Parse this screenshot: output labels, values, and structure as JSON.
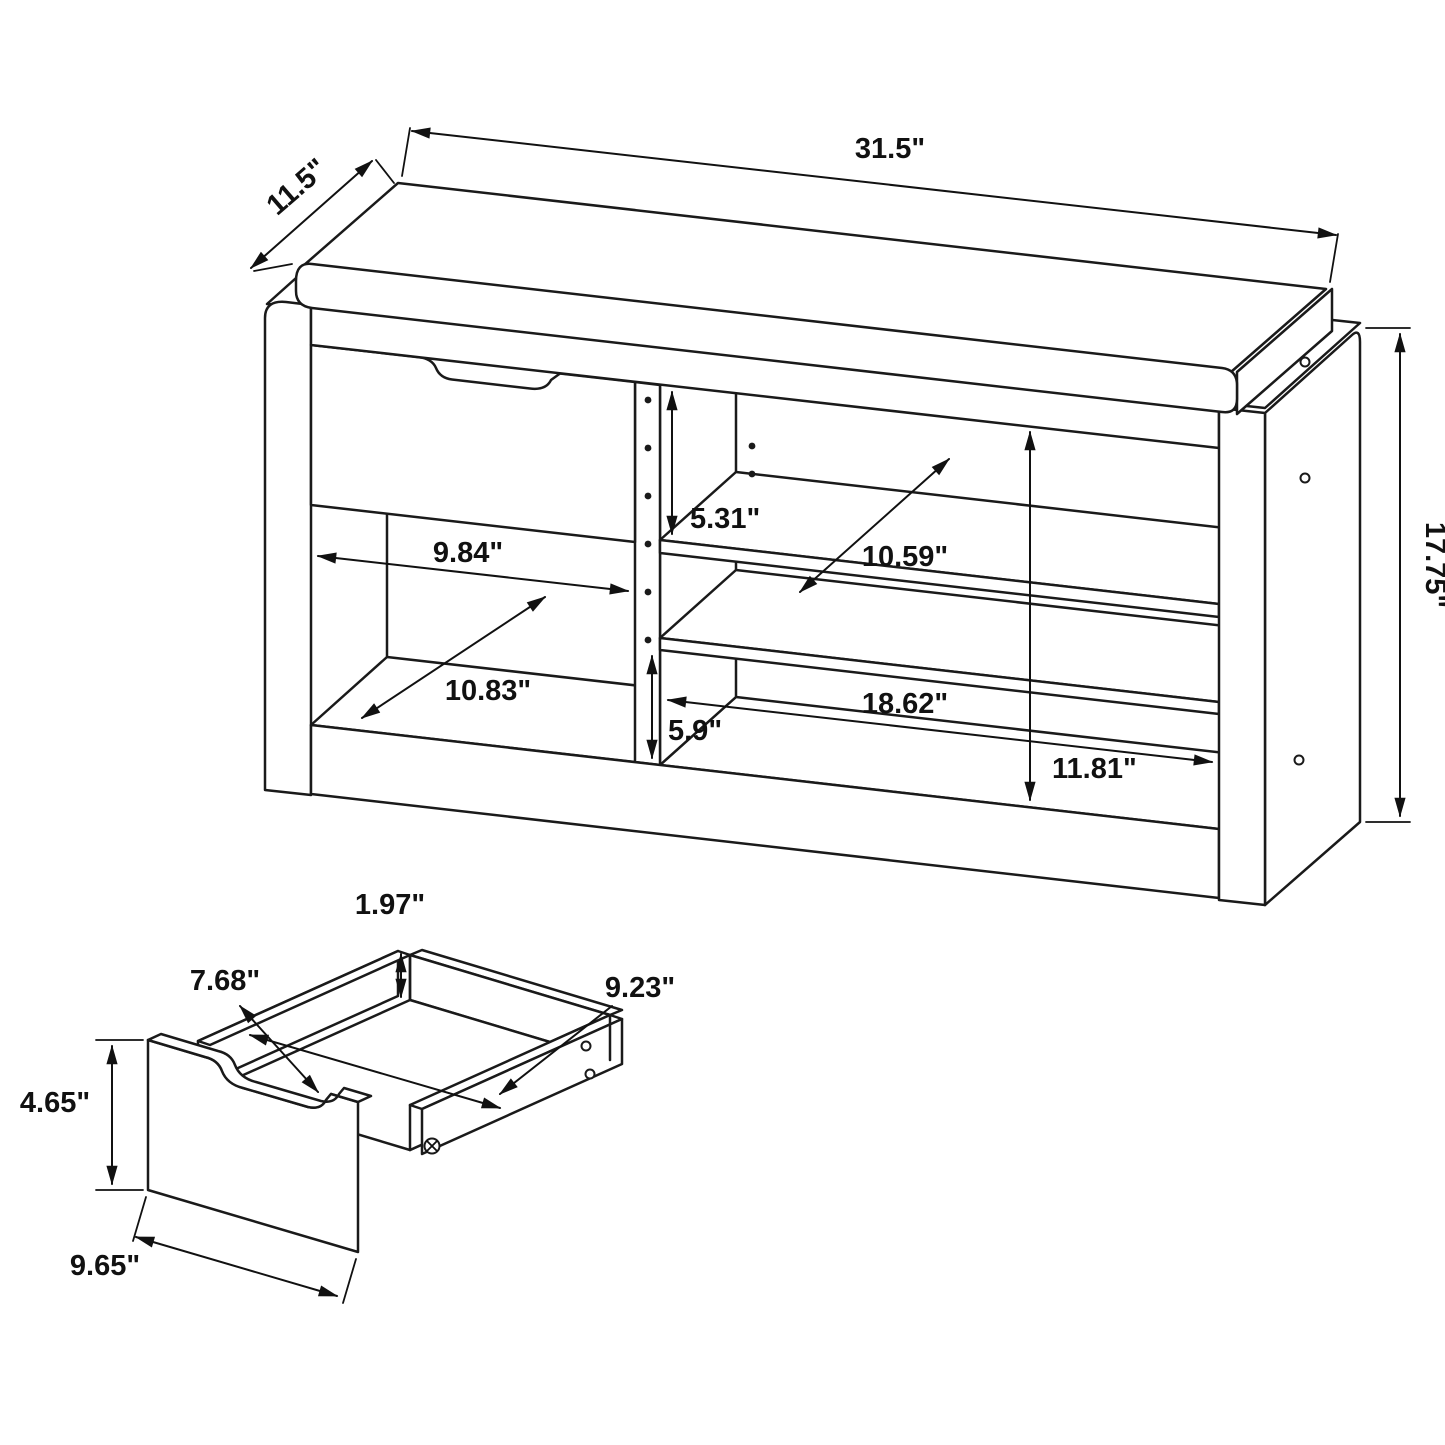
{
  "bench": {
    "dim_width": "31.5\"",
    "dim_depth": "11.5\"",
    "dim_height": "17.75\"",
    "dim_left_opening_width": "9.84\"",
    "dim_shelf_clearance": "5.31\"",
    "dim_right_shelf_depth": "10.59\"",
    "dim_left_shelf_depth": "10.83\"",
    "dim_lower_clearance": "5.9\"",
    "dim_right_opening_width": "18.62\"",
    "dim_interior_height": "11.81\""
  },
  "drawer": {
    "dim_back_height": "1.97\"",
    "dim_interior_depth": "7.68\"",
    "dim_interior_width": "9.23\"",
    "dim_front_height": "4.65\"",
    "dim_front_width": "9.65\""
  }
}
